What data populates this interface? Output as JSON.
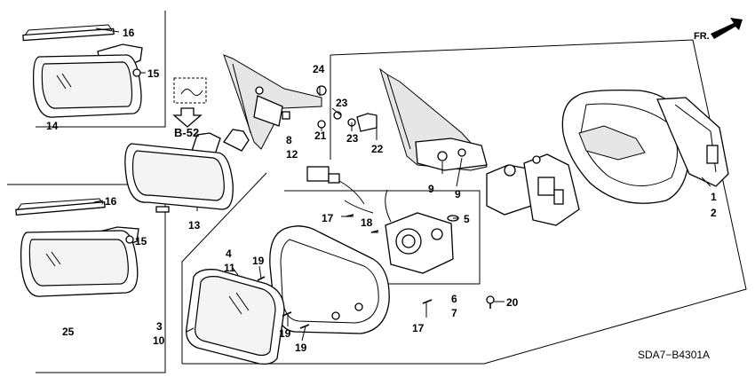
{
  "diagram": {
    "callouts": [
      "16",
      "15",
      "14",
      "16",
      "15",
      "25",
      "13",
      "24",
      "23",
      "23",
      "21",
      "22",
      "8",
      "12",
      "9",
      "9",
      "1",
      "2",
      "5",
      "17",
      "18",
      "4",
      "11",
      "19",
      "19",
      "19",
      "3",
      "10",
      "6",
      "7",
      "17",
      "20"
    ],
    "ref_label": "B-52",
    "front_marker": "FR.",
    "drawing_code": "SDA7−B4301A"
  }
}
